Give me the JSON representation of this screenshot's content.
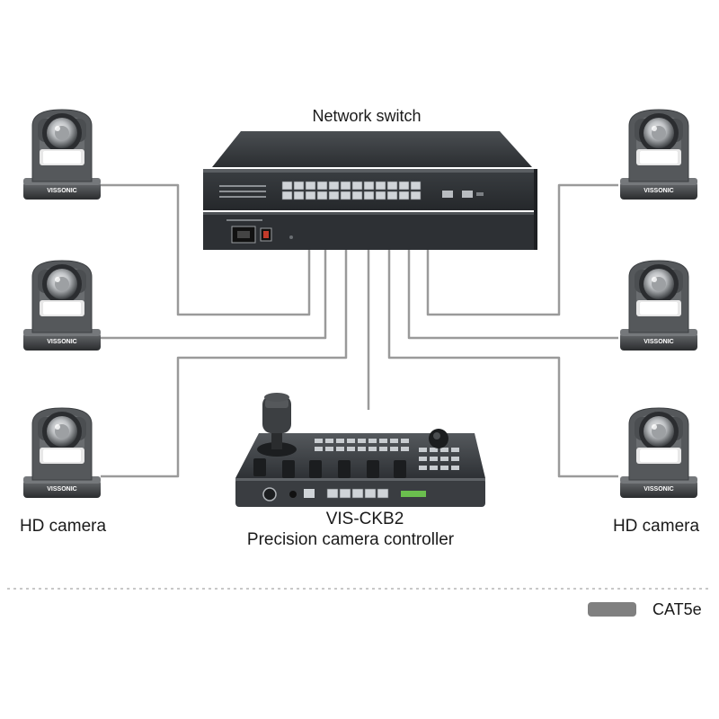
{
  "labels": {
    "network_switch": "Network switch",
    "camera_left": "HD camera",
    "camera_right": "HD camera",
    "controller_model": "VIS-CKB2",
    "controller_desc": "Precision camera controller"
  },
  "camera_brand": "VISSONIC",
  "legend": {
    "label": "CAT5e",
    "swatch_color": "#808080"
  },
  "colors": {
    "cable": "#9a9a9a",
    "device_dark": "#2e3236",
    "camera_body": "#5a5d60",
    "port": "#d0d4d8",
    "divider": "#b5b5b5"
  }
}
